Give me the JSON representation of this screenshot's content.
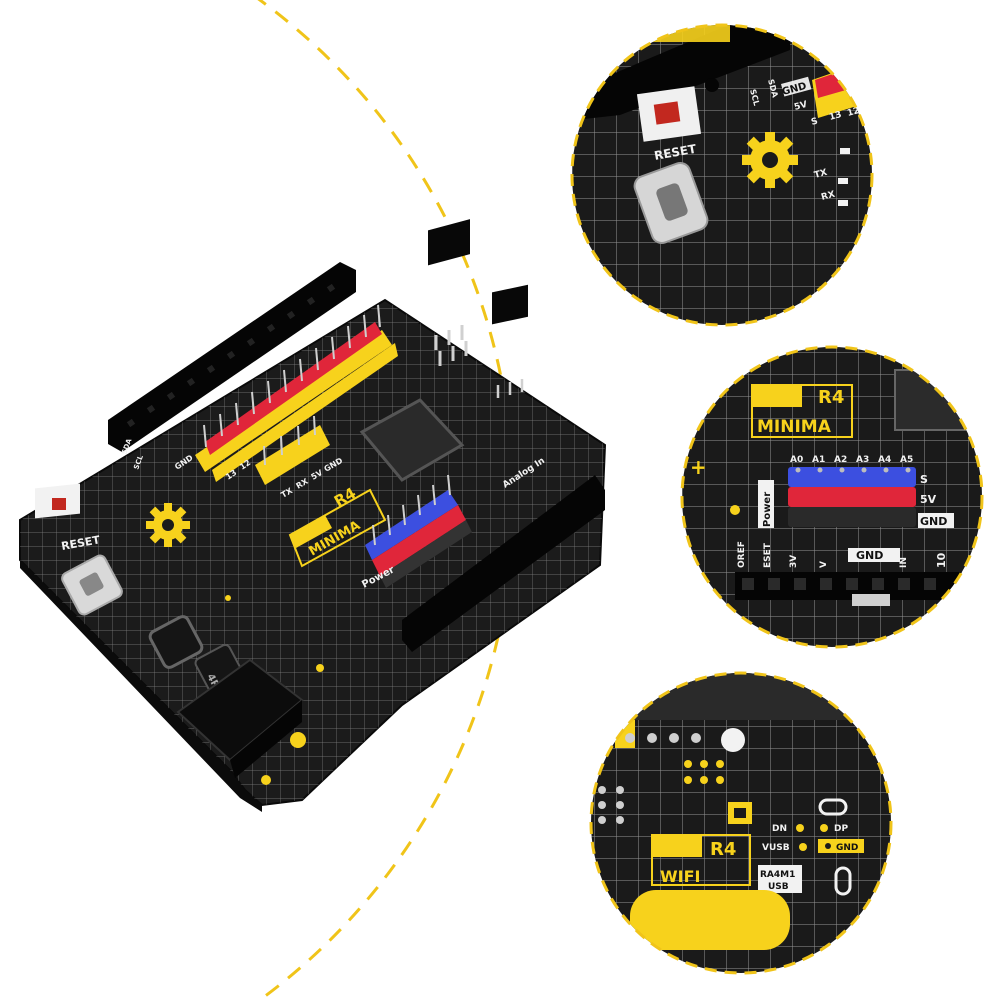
{
  "colors": {
    "board": "#1c1c1c",
    "board_dark": "#0f0f0f",
    "accent_yellow": "#f7d21c",
    "dash_yellow": "#f0c419",
    "header_black": "#050505",
    "pin_red": "#e0263a",
    "pin_blue": "#3c4fe0",
    "silk_white": "#f2f2f2"
  },
  "board": {
    "model_line1": "R4",
    "model_line2": "MINIMA",
    "reset_label": "RESET",
    "power_label": "Power",
    "analog_label": "Analog In",
    "header_labels": [
      "TX",
      "RX",
      "5V",
      "GND"
    ],
    "pin_numbers": [
      "13",
      "12"
    ],
    "side_labels": [
      "GND",
      "SCL",
      "SDA"
    ],
    "chip_mark": "4R7"
  },
  "zoom_top": {
    "reset_label": "RESET",
    "row_labels": [
      "GND",
      "5V",
      "S"
    ],
    "pin_numbers": [
      "13",
      "12"
    ],
    "tx_label": "TX",
    "rx_label": "RX",
    "top_labels": [
      "SCL",
      "SDA"
    ]
  },
  "zoom_middle": {
    "model_line1": "R4",
    "model_line2": "MINIMA",
    "analog_pins": [
      "A0",
      "A1",
      "A2",
      "A3",
      "A4",
      "A5"
    ],
    "row_labels": [
      "S",
      "5V",
      "GND"
    ],
    "power_label": "Power",
    "bottom_labels": [
      "OREF",
      "ESET",
      "3V",
      "V",
      "GND",
      "IN"
    ],
    "digit": "10"
  },
  "zoom_bottom": {
    "model_line1": "R4",
    "model_line2": "WIFI",
    "labels": [
      "DN",
      "DP",
      "VUSB",
      "GND"
    ],
    "chip_line1": "RA4M1",
    "chip_line2": "USB"
  }
}
